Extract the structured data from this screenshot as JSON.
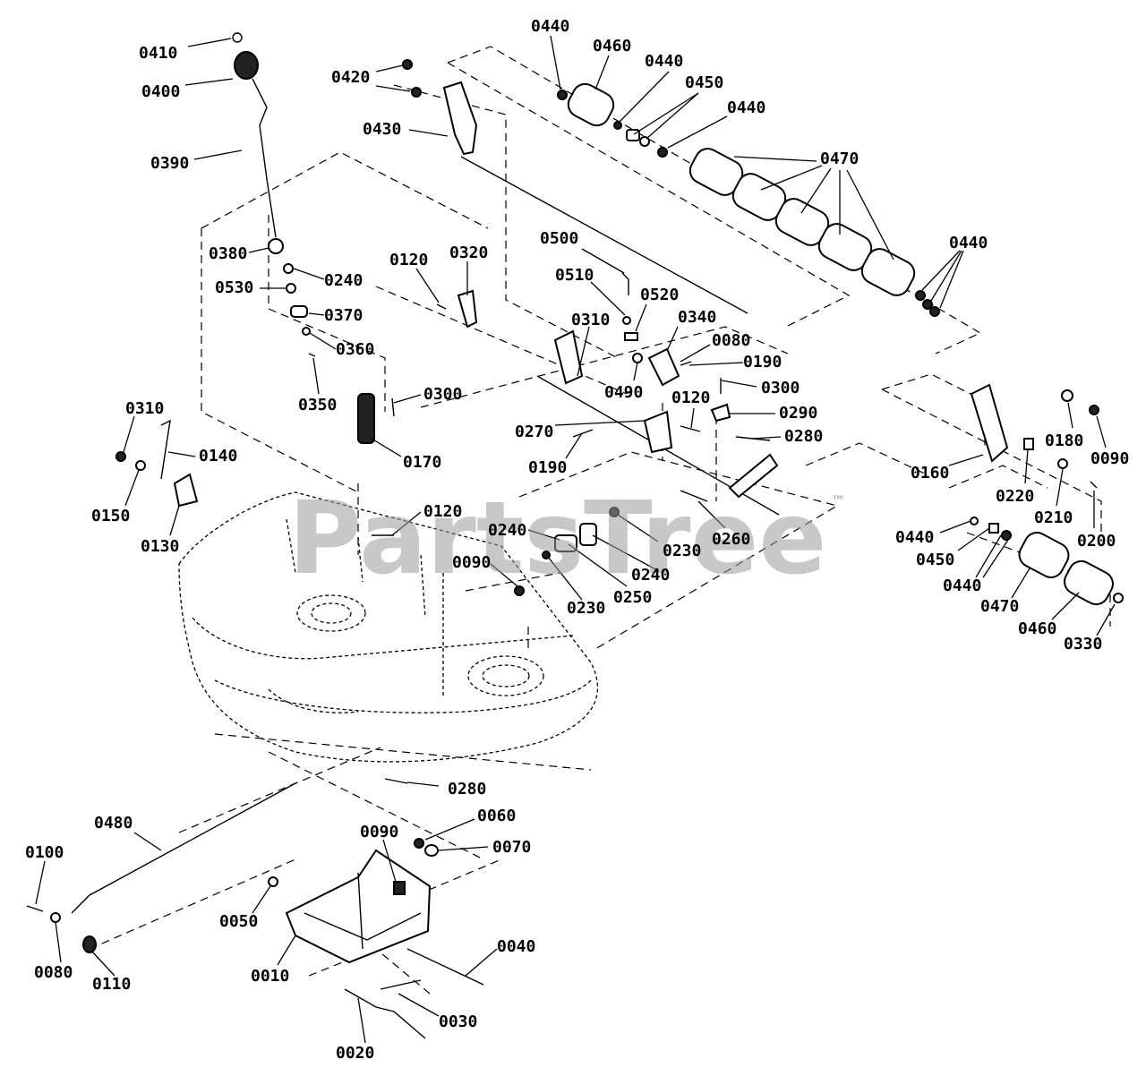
{
  "watermark": {
    "text": "PartsTree",
    "trademark": "™"
  },
  "callouts": [
    "0410",
    "0400",
    "0390",
    "0420",
    "0420",
    "0430",
    "0440",
    "0460",
    "0440",
    "0450",
    "0440",
    "0470",
    "0440",
    "0380",
    "0240",
    "0530",
    "0370",
    "0360",
    "0350",
    "0120",
    "0320",
    "0500",
    "0510",
    "0520",
    "0310",
    "0340",
    "0080",
    "0190",
    "0300",
    "0490",
    "0120",
    "0290",
    "0280",
    "0270",
    "0190",
    "0300",
    "0170",
    "0310",
    "0140",
    "0150",
    "0130",
    "0120",
    "0240",
    "0230",
    "0240",
    "0250",
    "0230",
    "0090",
    "0260",
    "0160",
    "0180",
    "0090",
    "0220",
    "0210",
    "0200",
    "0440",
    "0450",
    "0440",
    "0470",
    "0460",
    "0330",
    "0280",
    "0480",
    "0060",
    "0090",
    "0070",
    "0100",
    "0050",
    "0080",
    "0110",
    "0010",
    "0040",
    "0030",
    "0020"
  ]
}
